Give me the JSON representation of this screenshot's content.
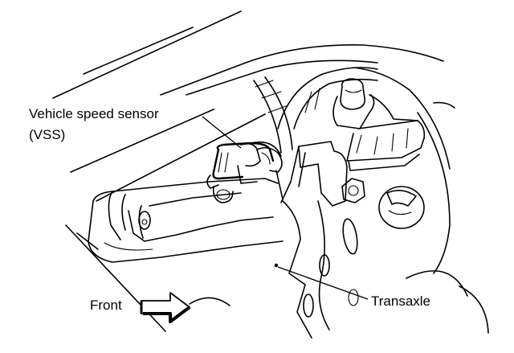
{
  "labels": {
    "sensor_line1": "Vehicle speed sensor",
    "sensor_line2": "(VSS)",
    "front": "Front",
    "transaxle": "Transaxle"
  }
}
